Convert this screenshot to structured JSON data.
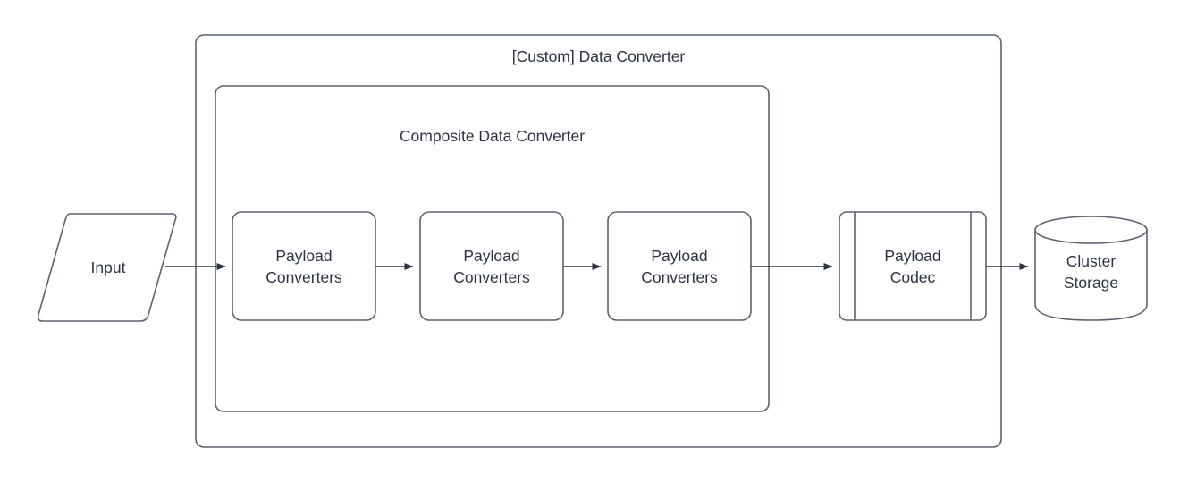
{
  "diagram": {
    "type": "flowchart",
    "background_color": "#ffffff",
    "stroke_color": "#5c6370",
    "text_color": "#2b3443",
    "arrow_color": "#2c3542",
    "fill_color": "#ffffff",
    "outer_container": {
      "title": "[Custom] Data Converter",
      "shape": "rounded-rectangle"
    },
    "inner_container": {
      "title": "Composite Data Converter",
      "shape": "rounded-rectangle"
    },
    "nodes": [
      {
        "id": "input",
        "label": "Input",
        "shape": "parallelogram"
      },
      {
        "id": "payload-converters-1",
        "label": "Payload\nConverters",
        "shape": "rounded-rectangle"
      },
      {
        "id": "payload-converters-2",
        "label": "Payload\nConverters",
        "shape": "rounded-rectangle"
      },
      {
        "id": "payload-converters-3",
        "label": "Payload\nConverters",
        "shape": "rounded-rectangle"
      },
      {
        "id": "payload-codec",
        "label": "Payload\nCodec",
        "shape": "process"
      },
      {
        "id": "cluster-storage",
        "label": "Cluster\nStorage",
        "shape": "cylinder"
      }
    ],
    "edges": [
      {
        "from": "input",
        "to": "payload-converters-1",
        "style": "arrow"
      },
      {
        "from": "payload-converters-1",
        "to": "payload-converters-2",
        "style": "arrow"
      },
      {
        "from": "payload-converters-2",
        "to": "payload-converters-3",
        "style": "arrow"
      },
      {
        "from": "payload-converters-3",
        "to": "payload-codec",
        "style": "arrow"
      },
      {
        "from": "payload-codec",
        "to": "cluster-storage",
        "style": "arrow"
      }
    ]
  }
}
